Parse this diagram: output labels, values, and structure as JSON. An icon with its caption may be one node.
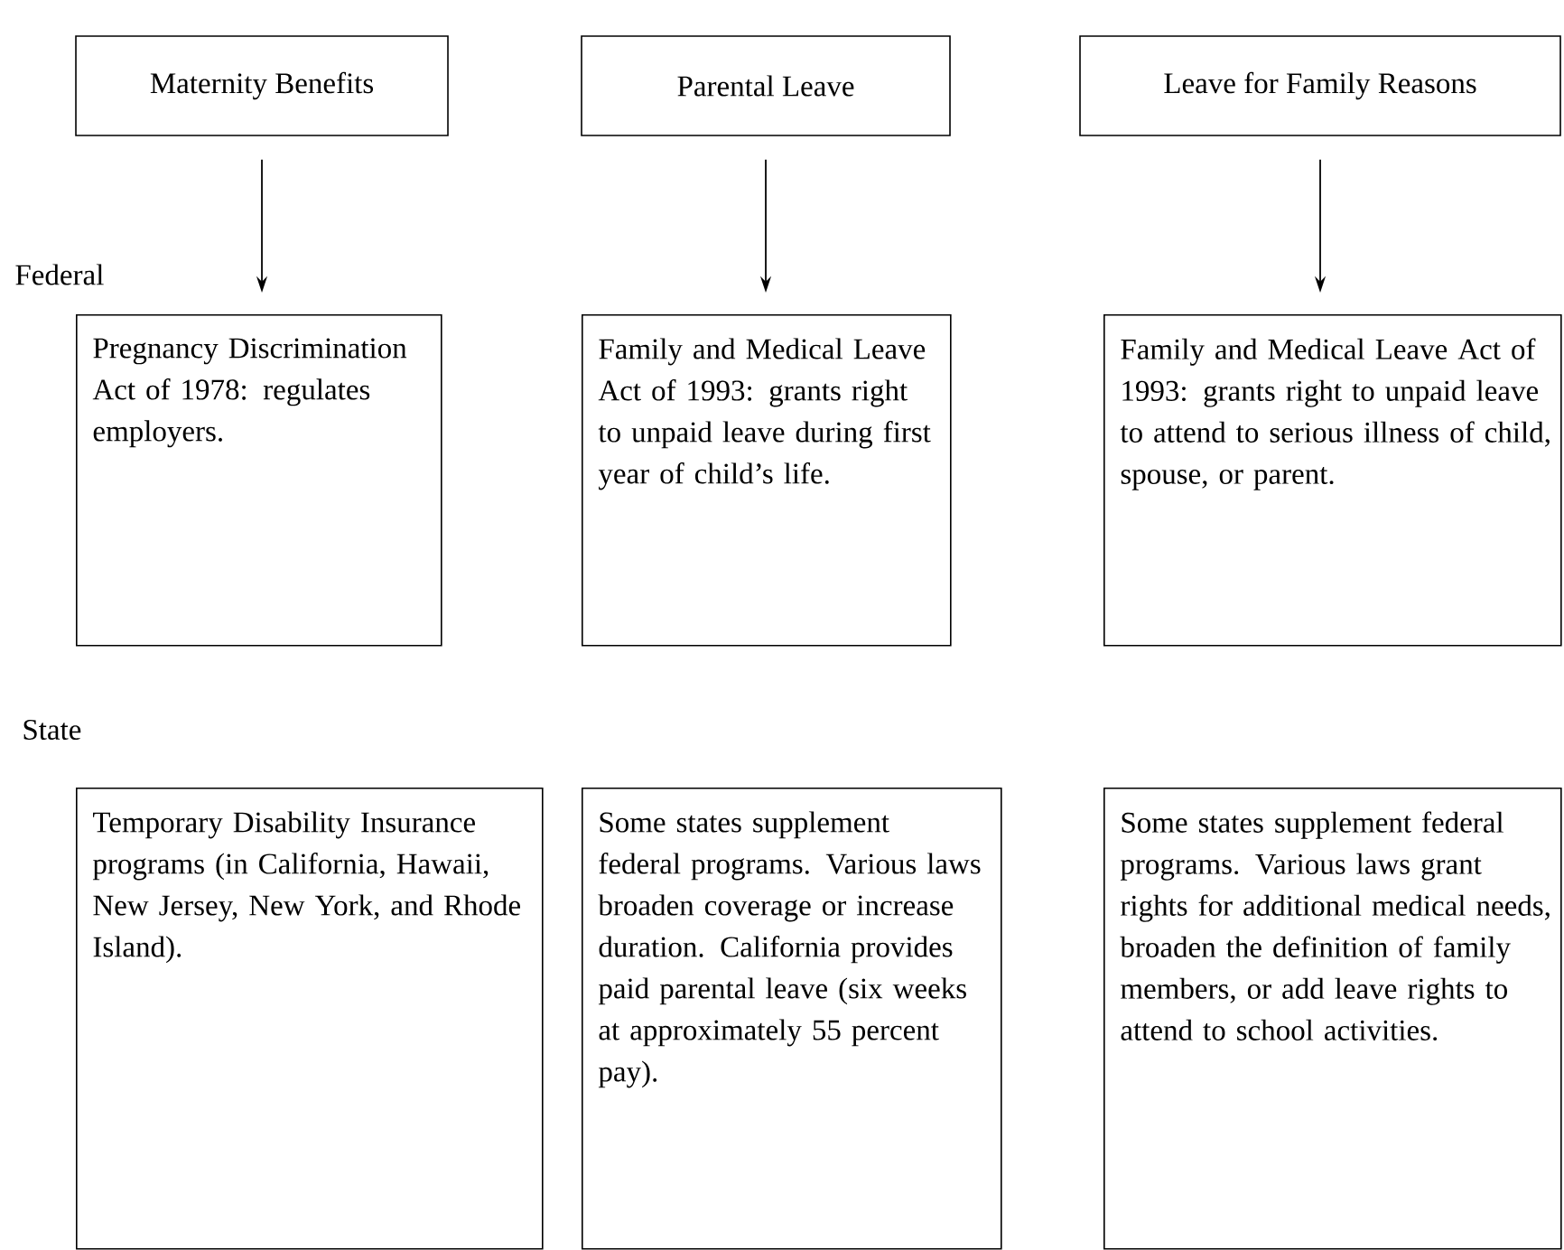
{
  "diagram": {
    "nodes": [
      {
        "text": [
          "Maternity Benefits"
        ]
      },
      {
        "text": [
          "Parental Leave"
        ]
      },
      {
        "text": [
          "Leave for Family Reasons"
        ]
      },
      {
        "text": [
          "Pregnancy Discrimination Act of 1978: regulates employers."
        ]
      },
      {
        "text": [
          "Family and Medical Leave Act of 1993: grants right to unpaid leave during first year of child’s life."
        ]
      },
      {
        "text": [
          "Family and Medical Leave Act of 1993: grants right to unpaid leave to attend to serious illness of child, spouse, or parent."
        ]
      },
      {
        "text": [
          "Temporary Disability Insurance programs (in California, Hawaii, New Jersey, New York, and Rhode Island)."
        ]
      },
      {
        "text": [
          "Some states supplement federal programs. Various laws broaden coverage or increase duration. California provides paid parental leave (six weeks at approximately 55 percent pay)."
        ]
      },
      {
        "text": [
          "Some states supplement federal programs. Various laws grant rights for additional medical needs, broaden the definition of family members, or add leave rights to attend to school activities."
        ]
      }
    ],
    "edges": [
      {
        "from": 0,
        "to": 3,
        "arrow": "to"
      },
      {
        "from": 1,
        "to": 4,
        "arrow": "to"
      },
      {
        "from": 2,
        "to": 5,
        "arrow": "to"
      }
    ],
    "labels": [
      "Federal",
      "State"
    ]
  }
}
